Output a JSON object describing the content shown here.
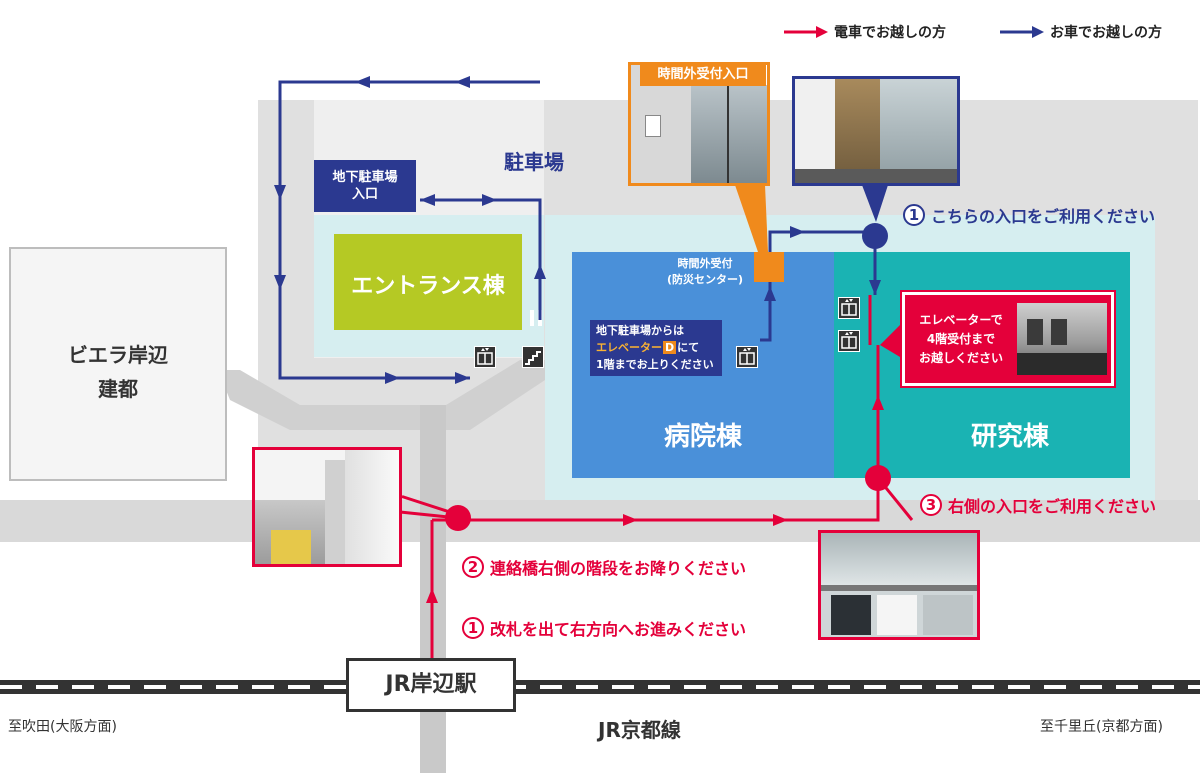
{
  "legend": {
    "train_label": "電車でお越しの方",
    "car_label": "お車でお越しの方",
    "train_color": "#e4003a",
    "car_color": "#2b3990"
  },
  "colors": {
    "road_gray": "#d9d9d9",
    "site_lightblue": "#d6eef0",
    "hospital_blue": "#4a90d9",
    "research_teal": "#1ab3b3",
    "entrance_green": "#b5c924",
    "badge_navy": "#2b3990",
    "orange": "#f08a1c"
  },
  "buildings": {
    "bieira": {
      "line1": "ビエラ岸辺",
      "line2": "建都"
    },
    "entrance": "エントランス棟",
    "hospital": "病院棟",
    "research": "研究棟"
  },
  "labels": {
    "parking": "駐車場",
    "underground_parking_line1": "地下駐車場",
    "underground_parking_line2": "入口",
    "after_hours_desk_line1": "時間外受付",
    "after_hours_desk_line2": "(防災センター)",
    "after_hours_entrance": "時間外受付入口",
    "elevator_d_line1": "地下駐車場からは",
    "elevator_d_line2_pre": "エレベーター",
    "elevator_d_letter": "D",
    "elevator_d_line2_post": "にて",
    "elevator_d_line3": "1階までお上りください",
    "research_elevator_line1": "エレベーターで",
    "research_elevator_line2": "4階受付まで",
    "research_elevator_line3": "お越しください",
    "station": "JR岸辺駅",
    "line_name": "JR京都線",
    "to_suita": "至吹田(大阪方面)",
    "to_senrioka": "至千里丘(京都方面)"
  },
  "car_steps": [
    {
      "num": "1",
      "text": "こちらの入口をご利用ください"
    }
  ],
  "train_steps": [
    {
      "num": "1",
      "text": "改札を出て右方向へお進みください"
    },
    {
      "num": "2",
      "text": "連絡橋右側の階段をお降りください"
    },
    {
      "num": "3",
      "text": "右側の入口をご利用ください"
    }
  ],
  "icons": [
    "elevator-icon",
    "stairs-icon"
  ]
}
